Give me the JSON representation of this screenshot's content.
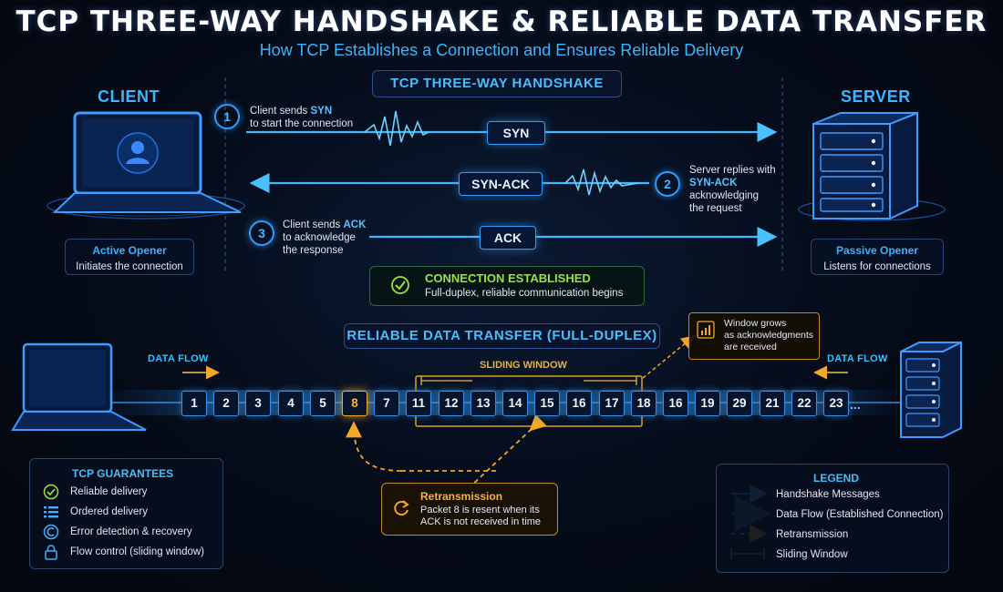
{
  "title": "TCP THREE-WAY HANDSHAKE & RELIABLE DATA TRANSFER",
  "subtitle": "How TCP Establishes a Connection and Ensures Reliable Delivery",
  "handshake": {
    "title": "TCP THREE-WAY HANDSHAKE",
    "client_label": "CLIENT",
    "server_label": "SERVER",
    "client_role": {
      "title": "Active Opener",
      "desc": "Initiates the connection"
    },
    "server_role": {
      "title": "Passive Opener",
      "desc": "Listens for connections"
    },
    "steps": [
      {
        "num": "1",
        "line1_pre": "Client sends ",
        "line1_kw": "SYN",
        "line2": "to start the connection",
        "message": "SYN"
      },
      {
        "num": "2",
        "line1": "Server replies with",
        "line2_kw": "SYN-ACK",
        "line3": "acknowledging",
        "line4": "the request",
        "message": "SYN-ACK"
      },
      {
        "num": "3",
        "line1_pre": "Client sends ",
        "line1_kw": "ACK",
        "line2": "to acknowledge",
        "line3": "the response",
        "message": "ACK"
      }
    ],
    "established": {
      "title": "CONNECTION ESTABLISHED",
      "desc": "Full-duplex, reliable communication begins"
    }
  },
  "transfer": {
    "title": "RELIABLE DATA TRANSFER (FULL-DUPLEX)",
    "flow_left": "DATA FLOW",
    "flow_right": "DATA FLOW",
    "sliding_window_label": "SLIDING WINDOW",
    "packets": [
      "1",
      "2",
      "3",
      "4",
      "5",
      "8",
      "7",
      "11",
      "12",
      "13",
      "14",
      "15",
      "16",
      "17",
      "18",
      "16",
      "19",
      "29",
      "21",
      "22",
      "23"
    ],
    "highlighted_packet": "8",
    "ellipsis": "...",
    "window_note": {
      "line1": "Window grows",
      "line2": "as acknowledgments",
      "line3": "are received"
    },
    "retransmission": {
      "title": "Retransmission",
      "line1": "Packet 8 is resent when its",
      "line2": "ACK is not received in time"
    }
  },
  "guarantees": {
    "title": "TCP GUARANTEES",
    "items": [
      {
        "icon": "check-circle-icon",
        "label": "Reliable delivery"
      },
      {
        "icon": "ordered-list-icon",
        "label": "Ordered delivery"
      },
      {
        "icon": "error-detection-icon",
        "label": "Error detection & recovery"
      },
      {
        "icon": "lock-icon",
        "label": "Flow control (sliding window)"
      }
    ]
  },
  "legend": {
    "title": "LEGEND",
    "items": [
      {
        "label": "Handshake Messages"
      },
      {
        "label": "Data Flow (Established Connection)"
      },
      {
        "label": "Retransmission"
      },
      {
        "label": "Sliding Window"
      }
    ]
  },
  "colors": {
    "accent_blue": "#2f9dff",
    "accent_green": "#9be33a",
    "accent_orange": "#f1a82a",
    "background": "#050b18"
  }
}
